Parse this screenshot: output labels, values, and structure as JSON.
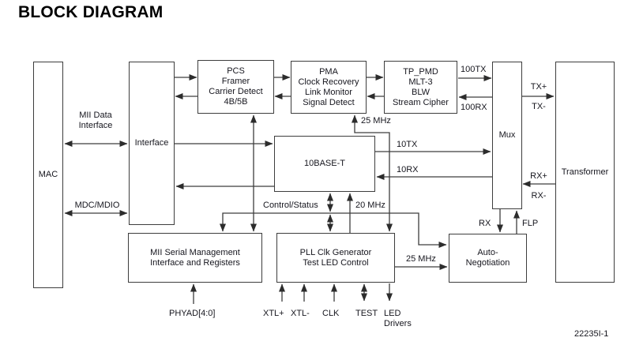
{
  "title": "BLOCK DIAGRAM",
  "figure_id": "22235I-1",
  "colors": {
    "background": "#ffffff",
    "line": "#3d3d3d",
    "text": "#16161e",
    "title": "#000000"
  },
  "blocks": {
    "mac": {
      "lines": [
        "MAC"
      ]
    },
    "interface": {
      "lines": [
        "Interface"
      ]
    },
    "pcs": {
      "lines": [
        "PCS",
        "Framer",
        "Carrier Detect",
        "4B/5B"
      ]
    },
    "pma": {
      "lines": [
        "PMA",
        "Clock Recovery",
        "Link Monitor",
        "Signal Detect"
      ]
    },
    "tp_pmd": {
      "lines": [
        "TP_PMD",
        "MLT-3",
        "BLW",
        "Stream Cipher"
      ]
    },
    "mux": {
      "lines": [
        "Mux"
      ]
    },
    "transformer": {
      "lines": [
        "Transformer"
      ]
    },
    "base10t": {
      "lines": [
        "10BASE-T"
      ]
    },
    "mii_serial": {
      "lines": [
        "MII Serial Management",
        "Interface and Registers"
      ]
    },
    "pll": {
      "lines": [
        "PLL Clk Generator",
        "Test LED Control"
      ]
    },
    "autoneg": {
      "lines": [
        "Auto-",
        "Negotiation"
      ]
    }
  },
  "labels": {
    "mii_data_interface": [
      "MII Data",
      "Interface"
    ],
    "mdc_mdio": "MDC/MDIO",
    "tx100": "100TX",
    "rx100": "100RX",
    "tx_plus": "TX+",
    "tx_minus": "TX-",
    "rx_plus": "RX+",
    "rx_minus": "RX-",
    "mhz25_pma": "25 MHz",
    "tx10": "10TX",
    "rx10": "10RX",
    "control_status": "Control/Status",
    "mhz20": "20 MHz",
    "mhz25_autoneg": "25 MHz",
    "rx": "RX",
    "flp": "FLP",
    "phyad": "PHYAD[4:0]",
    "xtl_plus": "XTL+",
    "xtl_minus": "XTL-",
    "clk": "CLK",
    "test": "TEST",
    "led_drivers": [
      "LED",
      "Drivers"
    ]
  },
  "connections": [
    {
      "from": "MAC",
      "to": "Interface",
      "label": "MII Data Interface",
      "bidirectional": true
    },
    {
      "from": "MAC",
      "to": "Interface",
      "label": "MDC/MDIO",
      "bidirectional": true
    },
    {
      "from": "Interface",
      "to": "PCS",
      "bidirectional": true
    },
    {
      "from": "PCS",
      "to": "PMA",
      "bidirectional": true
    },
    {
      "from": "PMA",
      "to": "TP_PMD",
      "bidirectional": true
    },
    {
      "from": "TP_PMD",
      "to": "Mux",
      "label": "100TX / 100RX",
      "bidirectional": true
    },
    {
      "from": "Mux",
      "to": "Transformer",
      "label": "TX+ / TX-"
    },
    {
      "from": "Transformer",
      "to": "Mux",
      "label": "RX+ / RX-"
    },
    {
      "from": "Interface",
      "to": "10BASE-T",
      "bidirectional": true
    },
    {
      "from": "10BASE-T",
      "to": "Mux",
      "label": "10TX / 10RX",
      "bidirectional": true
    },
    {
      "from": "PLL Clk Generator",
      "to": "PMA",
      "label": "25 MHz"
    },
    {
      "from": "PLL Clk Generator",
      "to": "10BASE-T",
      "label": "20 MHz"
    },
    {
      "from": "PLL Clk Generator",
      "to": "Auto-Negotiation",
      "label": "25 MHz"
    },
    {
      "from": "Control/Status bus",
      "to": "MII Serial Management / PLL / 10BASE-T / Auto-Negotiation"
    },
    {
      "from": "PCS",
      "to": "MII Serial Management",
      "bidirectional": true
    },
    {
      "from": "Mux",
      "to": "Auto-Negotiation",
      "label": "RX"
    },
    {
      "from": "Auto-Negotiation",
      "to": "Mux",
      "label": "FLP"
    },
    {
      "from": "PHYAD[4:0]",
      "to": "MII Serial Management"
    },
    {
      "from": "XTL+ / XTL- / CLK / TEST / LED Drivers",
      "to": "PLL Clk Generator"
    }
  ]
}
